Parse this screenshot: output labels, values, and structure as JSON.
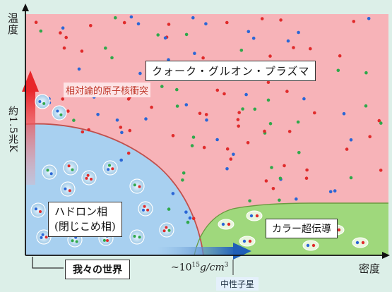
{
  "labels": {
    "qgp": "クォーク・グルオン・プラズマ",
    "heavy_ion": "相対論的原子核衝突",
    "hadron_1": "ハドロン相",
    "hadron_2": "(閉じこめ相)",
    "color_sc": "カラー超伝導",
    "our_world": "我々の世界",
    "neutron_star": "中性子星",
    "density_tick_prefix": "~10",
    "density_tick_exp": "15",
    "density_tick_unit": "g/cm",
    "density_tick_unit_exp": "3",
    "y_axis": "温度",
    "x_axis": "密度",
    "temp_tick": "約1.5兆K"
  },
  "colors": {
    "plasma": "#f7b3b8",
    "hadron": "#a8d0f0",
    "color_superconductivity": "#9fd87c",
    "arrow_red": "#e8262a",
    "arrow_blue": "#2a72c8",
    "background": "#dcefe8"
  }
}
